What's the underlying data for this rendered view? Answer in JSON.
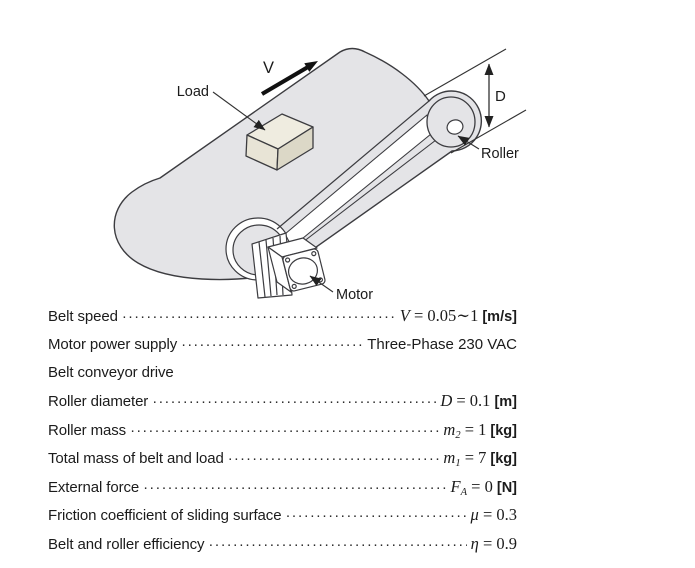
{
  "diagram": {
    "annotations": {
      "velocity": "V",
      "load": "Load",
      "diameter": "D",
      "roller": "Roller",
      "motor": "Motor"
    },
    "colors": {
      "belt": "#e4e4e7",
      "outline": "#3c3c40",
      "load_top": "#efece0",
      "load_front": "#e8e4d6",
      "load_side": "#dcd8c7"
    }
  },
  "specs": [
    {
      "label": "Belt speed",
      "dots": true,
      "value": {
        "kind": "math",
        "var": "V",
        "sub": "",
        "num": "0.05∼1",
        "unit": "[m/s]"
      }
    },
    {
      "label": "Motor power supply",
      "dots": true,
      "value": {
        "kind": "plain",
        "text": "Three-Phase 230 VAC"
      }
    },
    {
      "label": "Belt conveyor drive",
      "dots": false,
      "value": null
    },
    {
      "label": "Roller diameter",
      "dots": true,
      "value": {
        "kind": "math",
        "var": "D",
        "sub": "",
        "num": "0.1",
        "unit": "[m]"
      }
    },
    {
      "label": "Roller mass",
      "dots": true,
      "value": {
        "kind": "math",
        "var": "m",
        "sub": "2",
        "num": "1",
        "unit": "[kg]"
      }
    },
    {
      "label": "Total mass of belt and load",
      "dots": true,
      "value": {
        "kind": "math",
        "var": "m",
        "sub": "1",
        "num": "7",
        "unit": "[kg]"
      }
    },
    {
      "label": "External force",
      "dots": true,
      "value": {
        "kind": "math",
        "var": "F",
        "sub": "A",
        "num": "0",
        "unit": "[N]"
      }
    },
    {
      "label": "Friction coefficient of sliding surface",
      "dots": true,
      "value": {
        "kind": "math",
        "var": "μ",
        "sub": "",
        "num": "0.3",
        "unit": ""
      }
    },
    {
      "label": "Belt and roller efficiency",
      "dots": true,
      "value": {
        "kind": "math",
        "var": "η",
        "sub": "",
        "num": "0.9",
        "unit": ""
      }
    }
  ]
}
